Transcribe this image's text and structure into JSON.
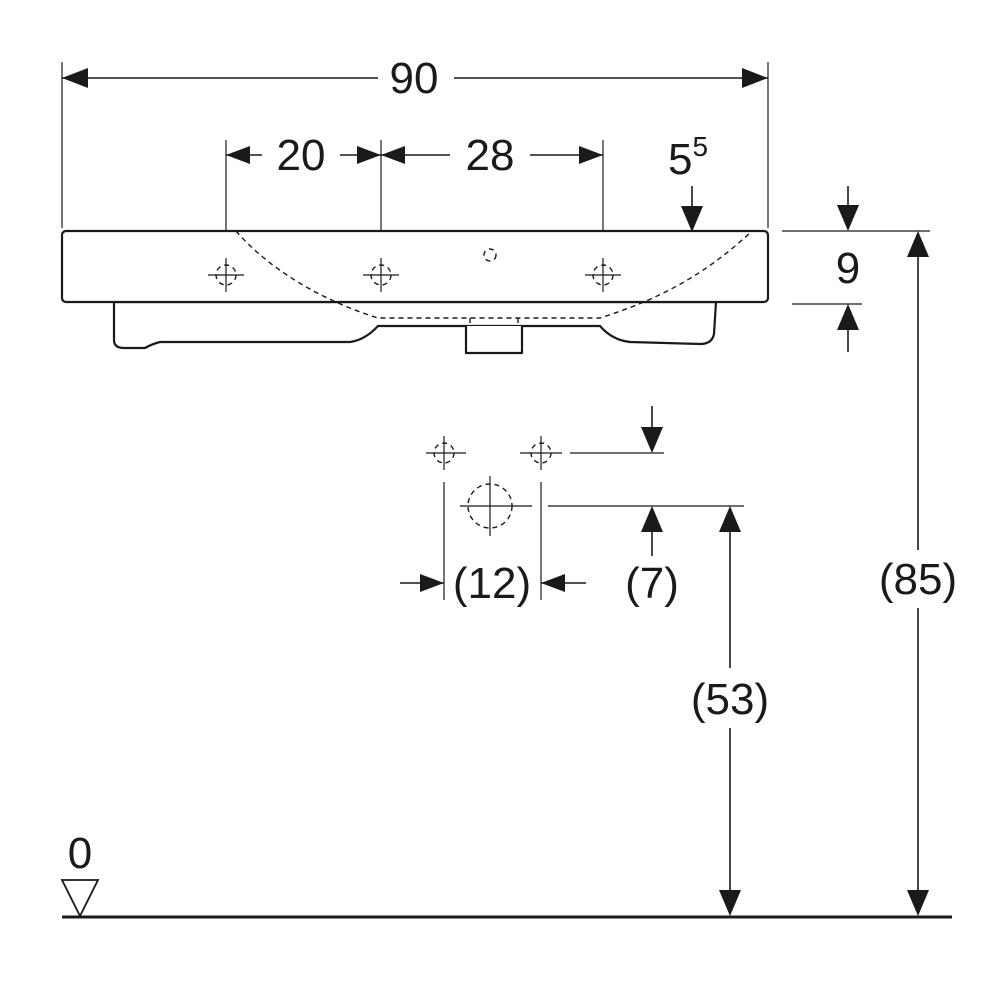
{
  "dimensions": {
    "overall_width": "90",
    "hole_spacing_left": "20",
    "hole_spacing_right": "28",
    "rim_offset_base": "5",
    "rim_offset_sup": "5",
    "basin_height": "9",
    "total_height": "(85)",
    "waste_height": "(53)",
    "supply_spacing": "(12)",
    "supply_offset": "(7)",
    "floor_level": "0"
  },
  "colors": {
    "ink": "#1a1a1a",
    "background": "#ffffff"
  }
}
